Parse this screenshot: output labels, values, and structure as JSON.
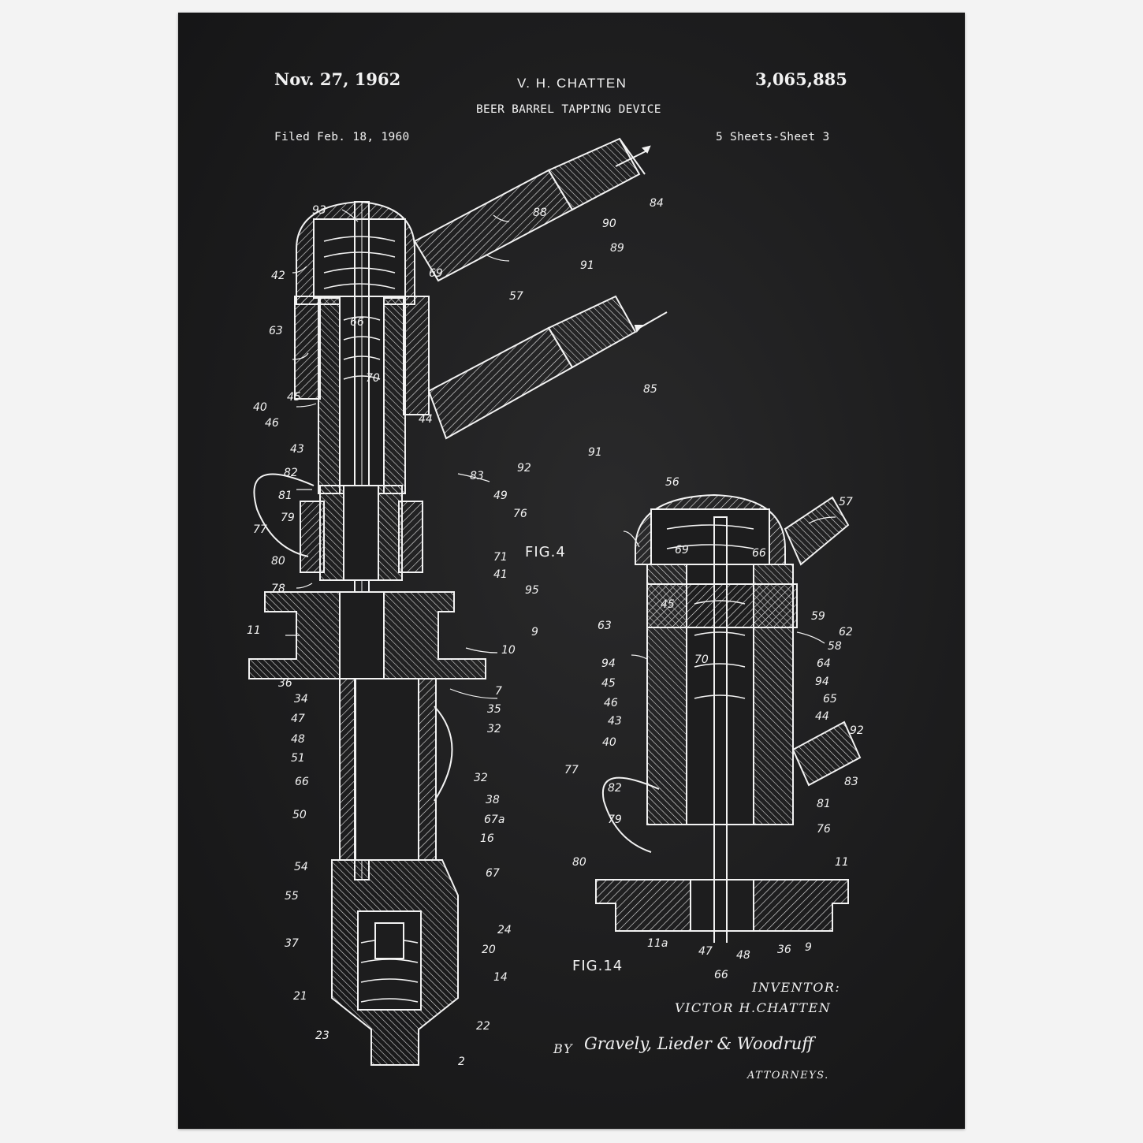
{
  "patent": {
    "date": "Nov. 27, 1962",
    "inventor_header": "V. H. CHATTEN",
    "number": "3,065,885",
    "title": "BEER BARREL TAPPING DEVICE",
    "filed": "Filed Feb. 18, 1960",
    "sheets": "5 Sheets-Sheet 3"
  },
  "figures": {
    "fig4": "FIG.4",
    "fig14": "FIG.14"
  },
  "fig4_labels": [
    "93",
    "42",
    "63",
    "40",
    "45",
    "46",
    "43",
    "82",
    "81",
    "77",
    "79",
    "80",
    "78",
    "11",
    "36",
    "34",
    "47",
    "48",
    "51",
    "66",
    "50",
    "54",
    "55",
    "37",
    "21",
    "23",
    "69",
    "66",
    "70",
    "44",
    "88",
    "90",
    "84",
    "89",
    "91",
    "57",
    "85",
    "91",
    "92",
    "83",
    "49",
    "76",
    "71",
    "41",
    "95",
    "9",
    "10",
    "7",
    "35",
    "32",
    "32",
    "38",
    "67a",
    "16",
    "67",
    "24",
    "20",
    "14",
    "22",
    "2"
  ],
  "fig14_labels": [
    "56",
    "57",
    "69",
    "66",
    "45",
    "59",
    "62",
    "63",
    "58",
    "64",
    "94",
    "70",
    "94",
    "45",
    "65",
    "46",
    "44",
    "43",
    "92",
    "40",
    "77",
    "82",
    "83",
    "81",
    "79",
    "76",
    "80",
    "11",
    "11a",
    "47",
    "48",
    "36",
    "9",
    "66"
  ],
  "signature": {
    "inventor_caption": "INVENTOR:",
    "inventor_name": "VICTOR H.CHATTEN",
    "by": "BY",
    "attorneys_signature": "Gravely, Lieder & Woodruff",
    "attorneys_caption": "ATTORNEYS."
  },
  "colors": {
    "page_background": "#f3f3f3",
    "blueprint_background": "#1c1c1d",
    "ink": "#f2f2f2"
  }
}
